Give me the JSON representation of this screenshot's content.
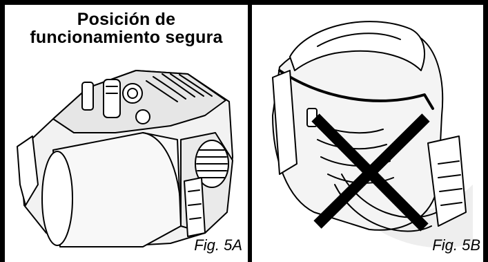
{
  "figure": {
    "panel_a": {
      "title_line1": "Posición de",
      "title_line2": "funcionamiento segura",
      "caption": "Fig. 5A"
    },
    "panel_b": {
      "caption": "Fig. 5B"
    }
  }
}
